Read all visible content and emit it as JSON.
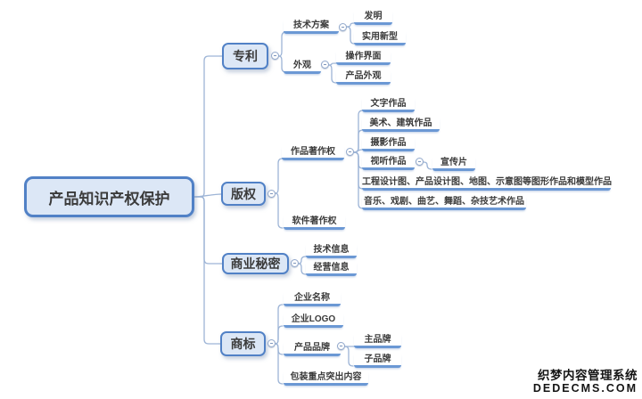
{
  "colors": {
    "node_fill": "#dce7f6",
    "node_border": "#5181c6",
    "branch_line": "#6b98d4",
    "connector": "#9db4d6",
    "text": "#3b3b3b"
  },
  "watermark": {
    "line1": "织梦内容管理系统",
    "line2": "DEDECMS.COM"
  },
  "mindmap": {
    "root": {
      "label": "产品知识产权保护"
    },
    "branches": [
      {
        "label": "专利",
        "children": [
          {
            "label": "技术方案",
            "children": [
              {
                "label": "发明"
              },
              {
                "label": "实用新型"
              }
            ]
          },
          {
            "label": "外观",
            "children": [
              {
                "label": "操作界面"
              },
              {
                "label": "产品外观"
              }
            ]
          }
        ]
      },
      {
        "label": "版权",
        "children": [
          {
            "label": "作品著作权",
            "children": [
              {
                "label": "文字作品"
              },
              {
                "label": "美术、建筑作品"
              },
              {
                "label": "摄影作品"
              },
              {
                "label": "视听作品",
                "children": [
                  {
                    "label": "宣传片"
                  }
                ]
              },
              {
                "label": "工程设计图、产品设计图、地图、示意图等图形作品和模型作品"
              },
              {
                "label": "音乐、戏剧、曲艺、舞蹈、杂技艺术作品"
              }
            ]
          },
          {
            "label": "软件著作权"
          }
        ]
      },
      {
        "label": "商业秘密",
        "children": [
          {
            "label": "技术信息"
          },
          {
            "label": "经营信息"
          }
        ]
      },
      {
        "label": "商标",
        "children": [
          {
            "label": "企业名称"
          },
          {
            "label": "企业LOGO"
          },
          {
            "label": "产品品牌",
            "children": [
              {
                "label": "主品牌"
              },
              {
                "label": "子品牌"
              }
            ]
          },
          {
            "label": "包装重点突出内容"
          }
        ]
      }
    ]
  }
}
